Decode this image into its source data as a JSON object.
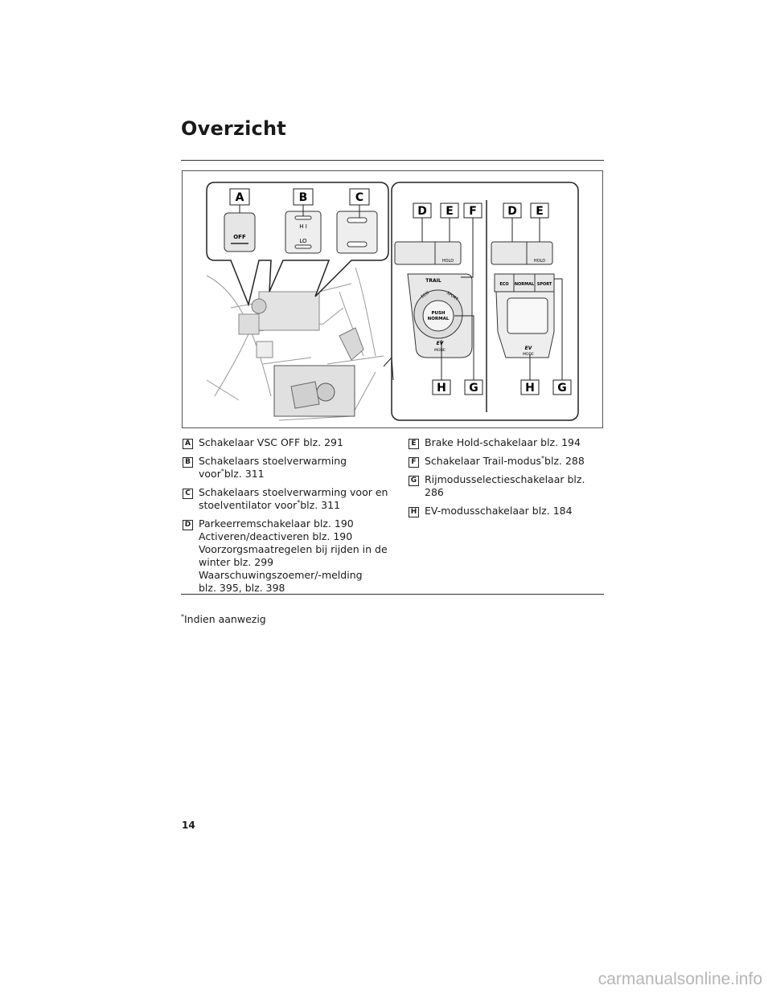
{
  "page": {
    "title": "Overzicht",
    "page_number": "14",
    "watermark": "carmanualsonline.info"
  },
  "figure": {
    "callouts": [
      "A",
      "B",
      "C",
      "D",
      "E",
      "F",
      "D",
      "E",
      "H",
      "G",
      "H",
      "G"
    ],
    "labels": {
      "vsc_off": "OFF",
      "hi": "H I",
      "lo": "LO",
      "hold": "HOLD",
      "trail": "TRAIL",
      "eco_ring": "ECO",
      "sport_ring": "SPORT",
      "push": "PUSH",
      "normal": "NORMAL",
      "ev": "EV",
      "mode": "MODE",
      "eco_btn": "ECO",
      "normal_btn": "NORMAL",
      "sport_btn": "SPORT"
    }
  },
  "legend": {
    "left": [
      {
        "key": "A",
        "lines": [
          "Schakelaar VSC OFF blz. 291"
        ]
      },
      {
        "key": "B",
        "lines": [
          "Schakelaars stoelverwarming",
          "voor*blz. 311"
        ]
      },
      {
        "key": "C",
        "lines": [
          "Schakelaars stoelverwarming voor en",
          "stoelventilator voor*blz. 311"
        ]
      },
      {
        "key": "D",
        "lines": [
          "Parkeerremschakelaar blz. 190",
          "Activeren/deactiveren blz. 190",
          "Voorzorgsmaatregelen bij rijden in de",
          "winter blz. 299",
          "Waarschuwingszoemer/-melding",
          "blz. 395, blz. 398"
        ]
      }
    ],
    "right": [
      {
        "key": "E",
        "lines": [
          "Brake Hold-schakelaar blz. 194"
        ]
      },
      {
        "key": "F",
        "lines": [
          "Schakelaar Trail-modus*blz. 288"
        ]
      },
      {
        "key": "G",
        "lines": [
          "Rijmodusselectieschakelaar blz. 286"
        ]
      },
      {
        "key": "H",
        "lines": [
          "EV-modusschakelaar blz. 184"
        ]
      }
    ]
  },
  "footnote": {
    "marker": "*",
    "text": "Indien aanwezig"
  }
}
